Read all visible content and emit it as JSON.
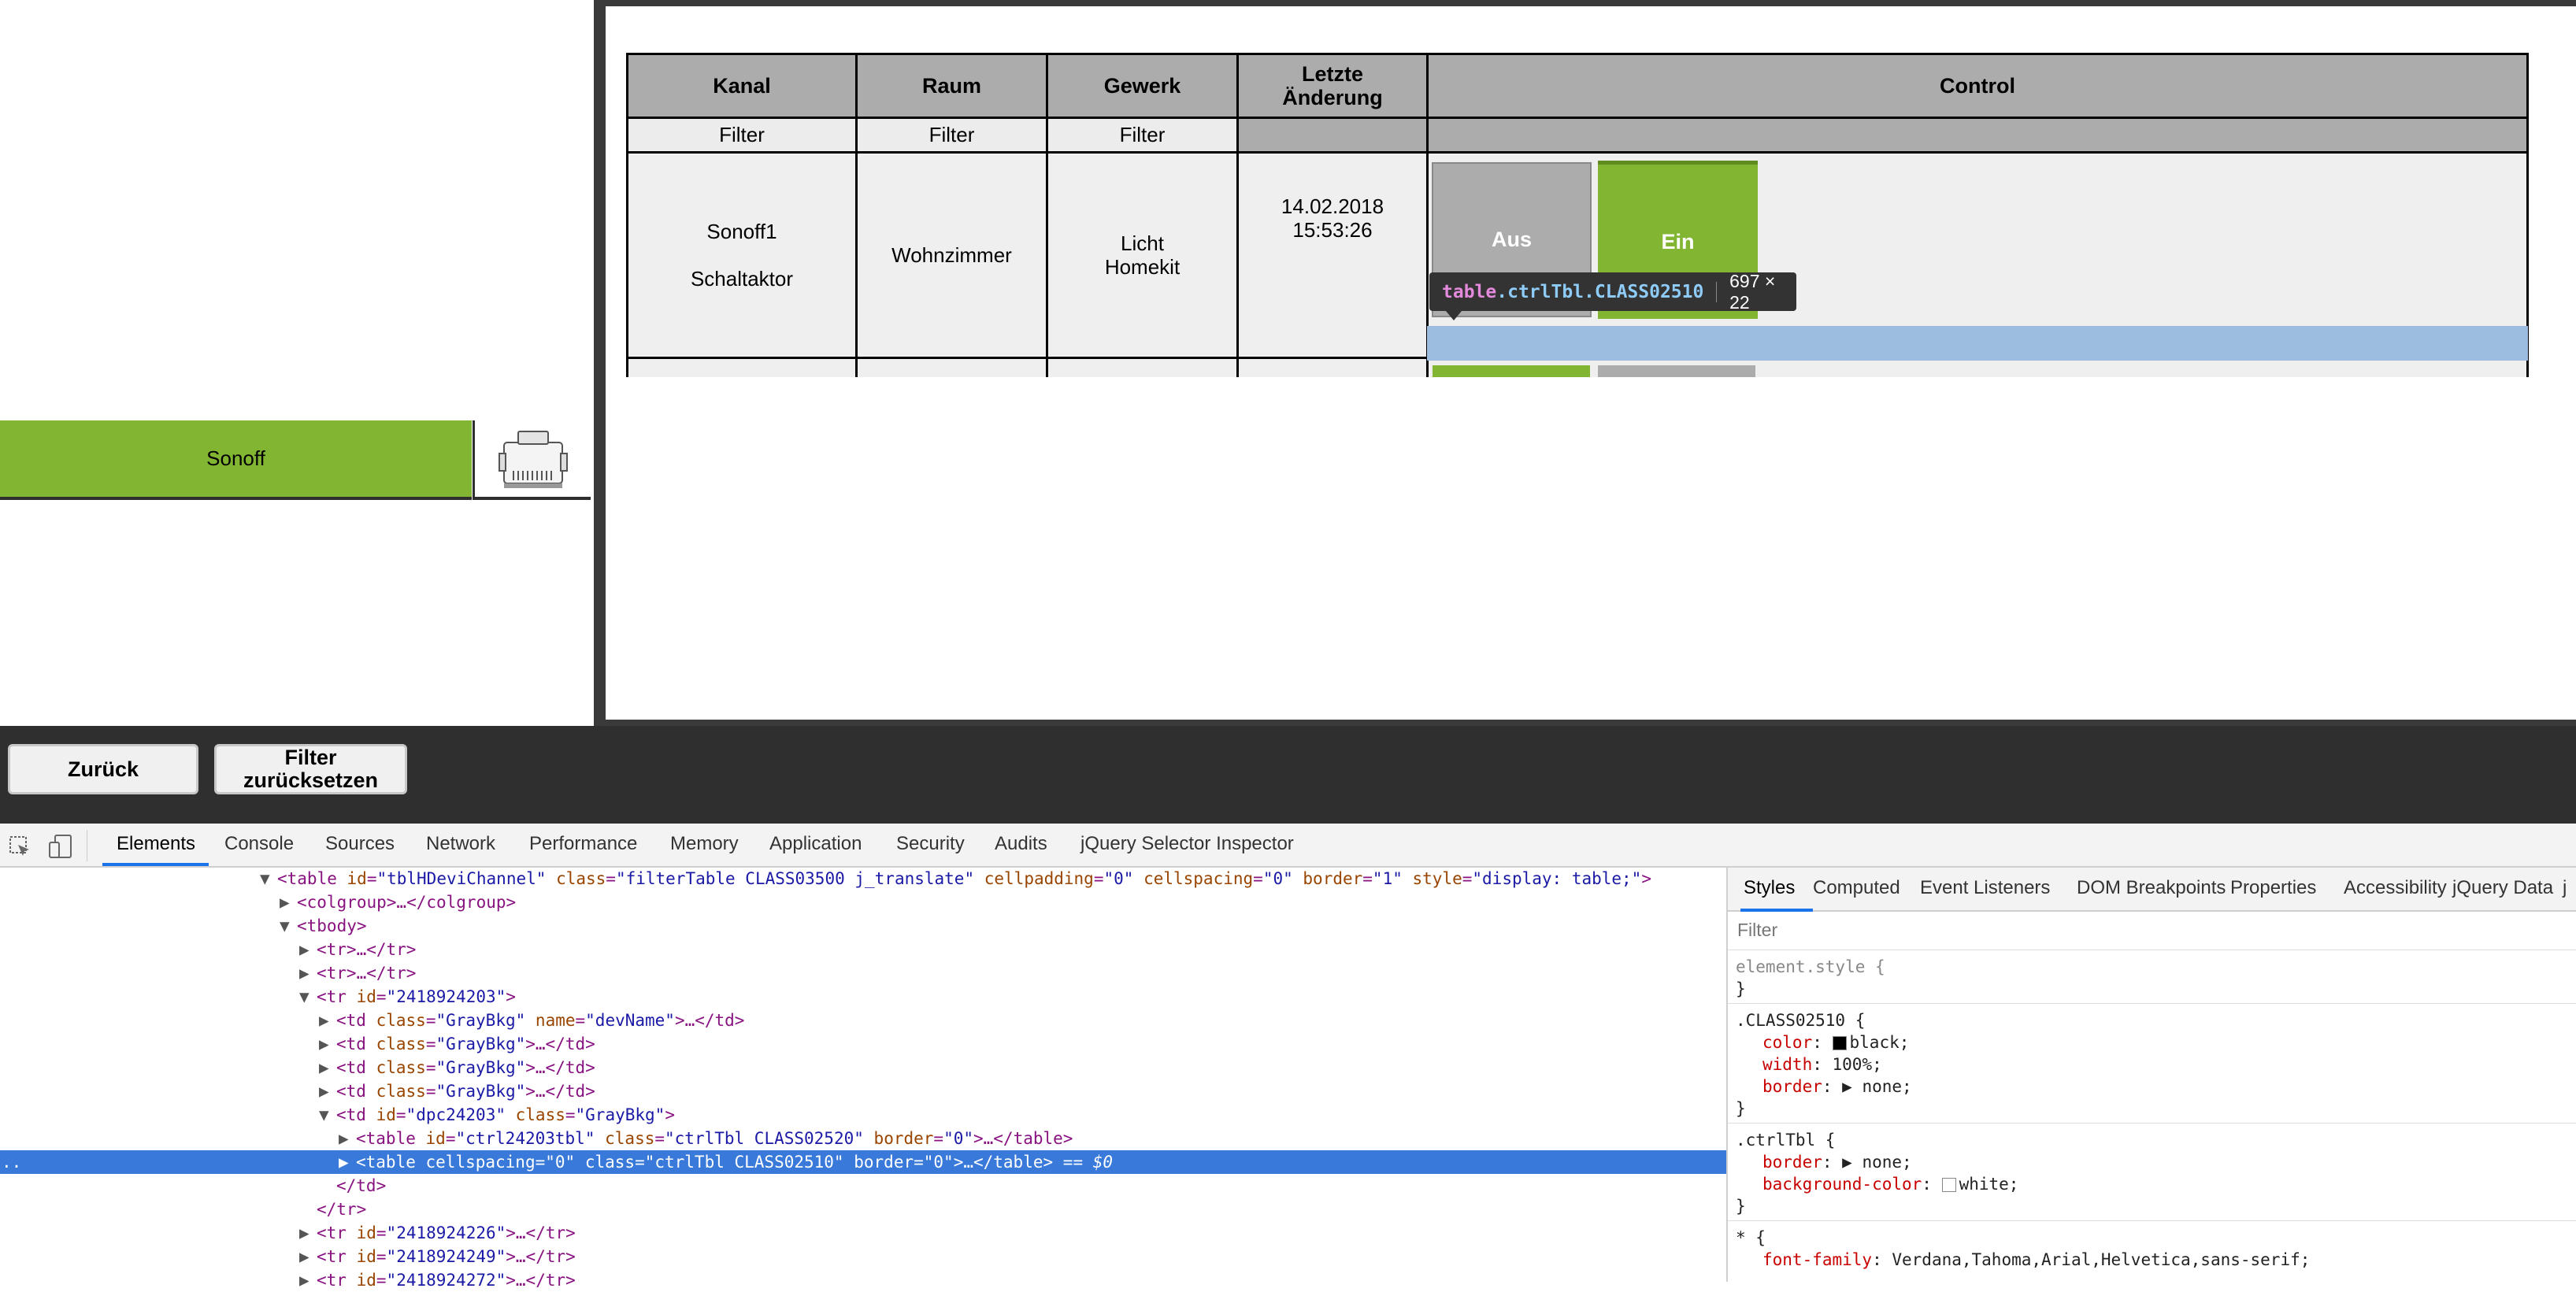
{
  "left_panel": {
    "device_button": "Sonoff",
    "device_icon": "device-plug-icon"
  },
  "table": {
    "headers": [
      "Kanal",
      "Raum",
      "Gewerk",
      "Letzte Änderung",
      "Control"
    ],
    "filter_labels": [
      "Filter",
      "Filter",
      "Filter"
    ],
    "row": {
      "kanal_line1": "Sonoff1",
      "kanal_line2": "Schaltaktor",
      "raum": "Wohnzimmer",
      "gewerk_line1": "Licht",
      "gewerk_line2": "Homekit",
      "date": "14.02.2018",
      "time": "15:53:26",
      "btn_off": "Aus",
      "btn_on": "Ein"
    }
  },
  "tooltip": {
    "tag": "table",
    "classes": ".ctrlTbl.CLASS02510",
    "size": "697 × 22"
  },
  "toolbar": {
    "back": "Zurück",
    "reset_line1": "Filter",
    "reset_line2": "zurücksetzen"
  },
  "devtools": {
    "tabs": [
      "Elements",
      "Console",
      "Sources",
      "Network",
      "Performance",
      "Memory",
      "Application",
      "Security",
      "Audits",
      "jQuery Selector Inspector"
    ],
    "dom_lines": {
      "l1_tag": "<table",
      "l1_id_name": "id",
      "l1_id_val": "\"tblHDeviChannel\"",
      "l1_class_name": "class",
      "l1_class_val": "\"filterTable CLASS03500 j_translate\"",
      "l1_cp_name": "cellpadding",
      "l1_cp_val": "\"0\"",
      "l1_cs_name": "cellspacing",
      "l1_cs_val": "\"0\"",
      "l1_b_name": "border",
      "l1_b_val": "\"1\"",
      "l1_st_name": "style",
      "l1_st_val": "\"display: table;\"",
      "l1_end": ">",
      "l2": "<colgroup>…</colgroup>",
      "l3": "<tbody>",
      "l4": "<tr>…</tr>",
      "l5": "<tr>…</tr>",
      "l6_tag": "<tr",
      "l6_an": "id",
      "l6_av": "\"2418924203\"",
      "l6_end": ">",
      "td_tag": "<td",
      "td_class": "class",
      "td_class_val": "\"GrayBkg\"",
      "td_name": "name",
      "td_name_val": "\"devName\"",
      "td_end_name": ">…</td>",
      "td_end": ">…</td>",
      "l11_tag": "<td",
      "l11_id": "id",
      "l11_id_val": "\"dpc24203\"",
      "l11_class": "class",
      "l11_class_val": "\"GrayBkg\"",
      "l11_end": ">",
      "l12_tag": "<table",
      "l12_id": "id",
      "l12_id_val": "\"ctrl24203tbl\"",
      "l12_class": "class",
      "l12_class_val": "\"ctrlTbl CLASS02520\"",
      "l12_b": "border",
      "l12_b_val": "\"0\"",
      "l12_end": ">…</table>",
      "l13_tag": "<table",
      "l13_cs": "cellspacing",
      "l13_cs_val": "\"0\"",
      "l13_class": "class",
      "l13_class_val": "\"ctrlTbl CLASS02510\"",
      "l13_b": "border",
      "l13_b_val": "\"0\"",
      "l13_end": ">…</table>",
      "l13_eq": "== $0",
      "l14": "</td>",
      "l15": "</tr>",
      "l16_tag": "<tr",
      "l16_an": "id",
      "l16_av": "\"2418924226\"",
      "l16_end": ">…</tr>",
      "l17_tag": "<tr",
      "l17_an": "id",
      "l17_av": "\"2418924249\"",
      "l17_end": ">…</tr>",
      "l18_tag": "<tr",
      "l18_an": "id",
      "l18_av": "\"2418924272\"",
      "l18_end": ">…</tr>",
      "ellipsis": ".."
    },
    "styles_tabs": [
      "Styles",
      "Computed",
      "Event Listeners",
      "DOM Breakpoints",
      "Properties",
      "Accessibility",
      "jQuery Data",
      "j"
    ],
    "filter_placeholder": "Filter",
    "rules": {
      "r1_sel": "element.style {",
      "r1_close": "}",
      "r2_sel": ".CLASS02510 {",
      "r2_p1": "color",
      "r2_v1": "black;",
      "r2_p2": "width",
      "r2_v2": "100%;",
      "r2_p3": "border",
      "r2_v3": "none;",
      "r2_close": "}",
      "r3_sel": ".ctrlTbl {",
      "r3_p1": "border",
      "r3_v1": "none;",
      "r3_p2": "background-color",
      "r3_v2": "white;",
      "r3_close": "}",
      "r4_sel": "* {",
      "r4_p1": "font-family",
      "r4_v1": "Verdana,Tahoma,Arial,Helvetica,sans-serif;"
    }
  },
  "colors": {
    "accent_green": "#82b632",
    "off_gray": "#acacac",
    "selection_blue": "#3879d9"
  }
}
